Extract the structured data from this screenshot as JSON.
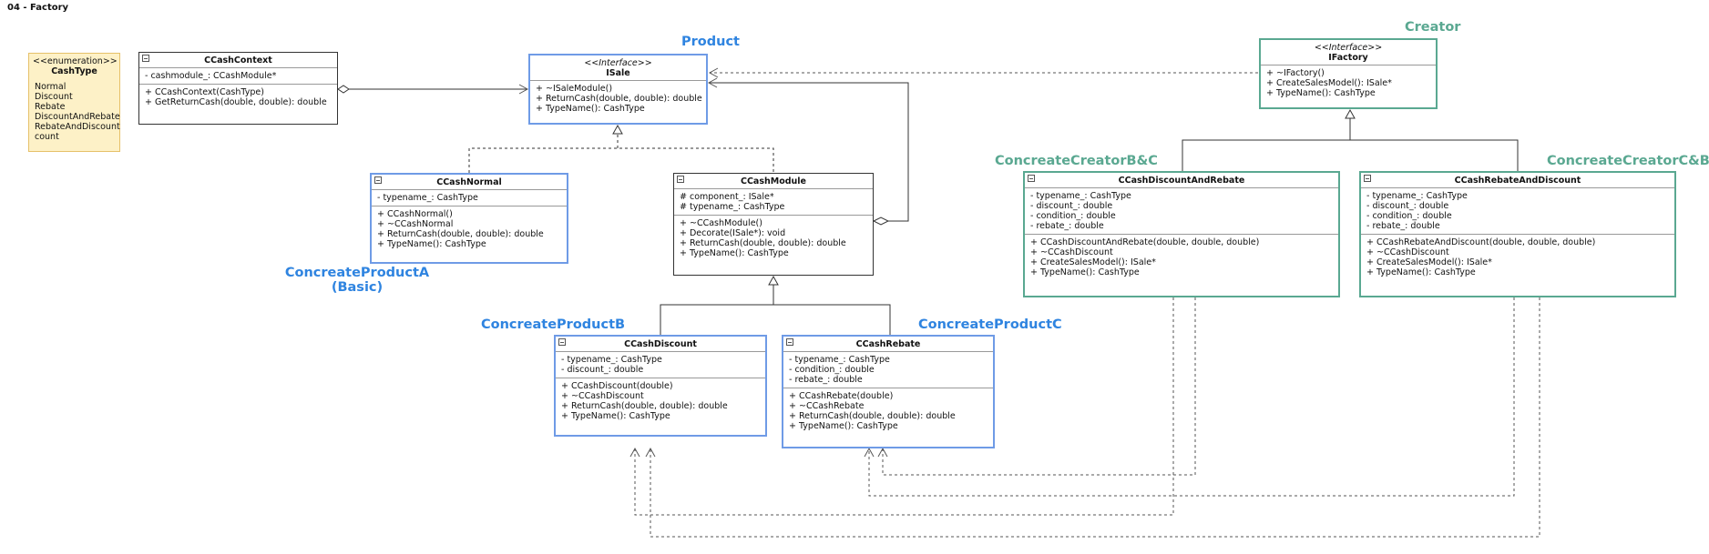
{
  "diagram": {
    "title": "04 - Factory"
  },
  "colors": {
    "product_blue": "#2f84e0",
    "creator_green": "#5aa891",
    "enum_fill": "#fdf1c7"
  },
  "enum_cashtype": {
    "stereotype": "<<enumeration>>",
    "name": "CashType",
    "values": [
      "Normal",
      "Discount",
      "Rebate",
      "DiscountAndRebate",
      "RebateAndDiscount",
      "count"
    ]
  },
  "cashcontext": {
    "name": "CCashContext",
    "attributes": [
      "- cashmodule_: CCashModule*"
    ],
    "methods": [
      "+ CCashContext(CashType)",
      "+ GetReturnCash(double, double): double"
    ]
  },
  "isale": {
    "stereotype": "<<Interface>>",
    "name": "ISale",
    "role": "Product",
    "methods": [
      "+ ~ISaleModule()",
      "+ ReturnCash(double, double): double",
      "+ TypeName(): CashType"
    ]
  },
  "cashnormal": {
    "name": "CCashNormal",
    "role_line1": "ConcreateProductA",
    "role_line2": "(Basic)",
    "attributes": [
      "- typename_: CashType"
    ],
    "methods": [
      "+ CCashNormal()",
      "+ ~CCashNormal",
      "+ ReturnCash(double, double): double",
      "+ TypeName(): CashType"
    ]
  },
  "cashmodule": {
    "name": "CCashModule",
    "attributes": [
      "# component_: ISale*",
      "# typename_: CashType"
    ],
    "methods": [
      "+ ~CCashModule()",
      "+ Decorate(ISale*): void",
      "+ ReturnCash(double, double): double",
      "+ TypeName(): CashType"
    ]
  },
  "cashdiscount": {
    "name": "CCashDiscount",
    "role": "ConcreateProductB",
    "attributes": [
      "- typename_: CashType",
      "- discount_: double"
    ],
    "methods": [
      "+ CCashDiscount(double)",
      "+ ~CCashDiscount",
      "+ ReturnCash(double, double): double",
      "+ TypeName(): CashType"
    ]
  },
  "cashrebate": {
    "name": "CCashRebate",
    "role": "ConcreateProductC",
    "attributes": [
      "- typename_: CashType",
      "- condition_: double",
      "- rebate_: double"
    ],
    "methods": [
      "+ CCashRebate(double)",
      "+ ~CCashRebate",
      "+ ReturnCash(double, double): double",
      "+ TypeName(): CashType"
    ]
  },
  "ifactory": {
    "stereotype": "<<Interface>>",
    "name": "IFactory",
    "role": "Creator",
    "methods": [
      "+ ~IFactory()",
      "+ CreateSalesModel(): ISale*",
      "+ TypeName(): CashType"
    ]
  },
  "discountandrebate": {
    "name": "CCashDiscountAndRebate",
    "role": "ConcreateCreatorB&C",
    "attributes": [
      "- typename_: CashType",
      "- discount_: double",
      "- condition_: double",
      "- rebate_: double"
    ],
    "methods": [
      "+ CCashDiscountAndRebate(double, double, double)",
      "+ ~CCashDiscount",
      "+ CreateSalesModel(): ISale*",
      "+ TypeName(): CashType"
    ]
  },
  "rebateanddiscount": {
    "name": "CCashRebateAndDiscount",
    "role": "ConcreateCreatorC&B",
    "attributes": [
      "- typename_: CashType",
      "- discount_: double",
      "- condition_: double",
      "- rebate_: double"
    ],
    "methods": [
      "+ CCashRebateAndDiscount(double, double, double)",
      "+ ~CCashDiscount",
      "+ CreateSalesModel(): ISale*",
      "+ TypeName(): CashType"
    ]
  }
}
